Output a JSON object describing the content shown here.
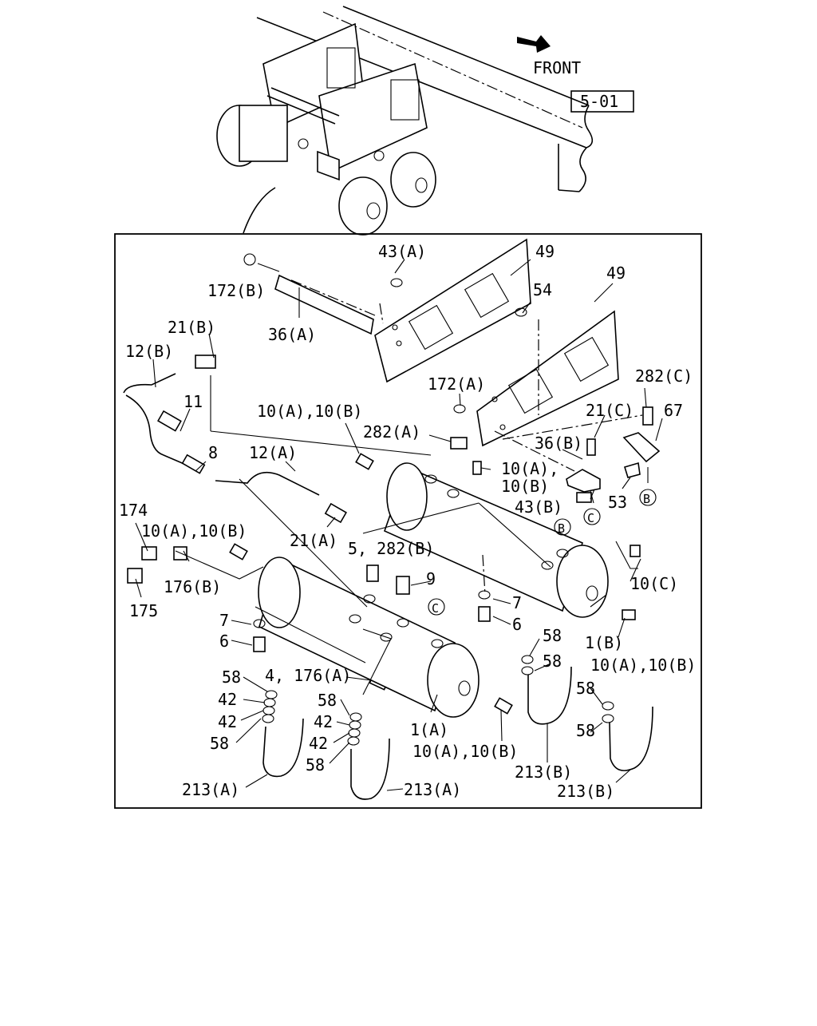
{
  "header": {
    "front_label": "FRONT",
    "ref_label": "5-01"
  },
  "callouts": {
    "c_43a": "43(A)",
    "c_49a": "49",
    "c_49b": "49",
    "c_54": "54",
    "c_172b": "172(B)",
    "c_36a": "36(A)",
    "c_21b": "21(B)",
    "c_12b": "12(B)",
    "c_11": "11",
    "c_8": "8",
    "c_12a": "12(A)",
    "c_10ab_top": "10(A),10(B)",
    "c_282a": "282(A)",
    "c_172a": "172(A)",
    "c_282c": "282(C)",
    "c_21c": "21(C)",
    "c_67": "67",
    "c_36b": "36(B)",
    "c_10a_mid": "10(A),",
    "c_10b_mid": "10(B)",
    "c_43b": "43(B)",
    "c_53": "53",
    "c_174": "174",
    "c_10ab_left": "10(A),10(B)",
    "c_176b": "176(B)",
    "c_175": "175",
    "c_21a": "21(A)",
    "c_5_282b": "5, 282(B)",
    "c_9": "9",
    "c_10c": "10(C)",
    "c_7a": "7",
    "c_6a": "6",
    "c_7b": "7",
    "c_6b": "6",
    "c_1b": "1(B)",
    "c_10ab_right": "10(A),10(B)",
    "c_58a": "58",
    "c_58b": "58",
    "c_58c": "58",
    "c_58d": "58",
    "c_4_176a": "4, 176(A)",
    "c_58e": "58",
    "c_42a": "42",
    "c_42b": "42",
    "c_58f": "58",
    "c_58g": "58",
    "c_42c": "42",
    "c_42d": "42",
    "c_58h": "58",
    "c_1a": "1(A)",
    "c_10ab_bottom": "10(A),10(B)",
    "c_213a_left": "213(A)",
    "c_213a_right": "213(A)",
    "c_213b_left": "213(B)",
    "c_213b_right": "213(B)"
  },
  "circle_marks": {
    "b_right": "B",
    "c_right": "C",
    "b_mid": "B",
    "c_mid": "C"
  }
}
